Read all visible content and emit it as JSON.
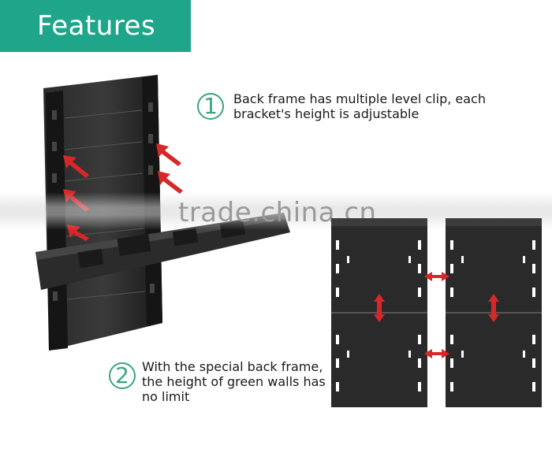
{
  "header": {
    "title": "Features"
  },
  "watermark": {
    "text": "trade.china.cn"
  },
  "features": [
    {
      "number": "1",
      "text_line1": "Back frame has multiple level clip, each",
      "text_line2": "bracket's height is adjustable"
    },
    {
      "number": "2",
      "text_line1": "With the special back frame,",
      "text_line2": "the height of green walls has",
      "text_line3": "no limit"
    }
  ],
  "colors": {
    "banner": "#1fa68a",
    "accent": "#3aa57f",
    "arrow": "#d62828",
    "frame": "#1f1f1f"
  }
}
